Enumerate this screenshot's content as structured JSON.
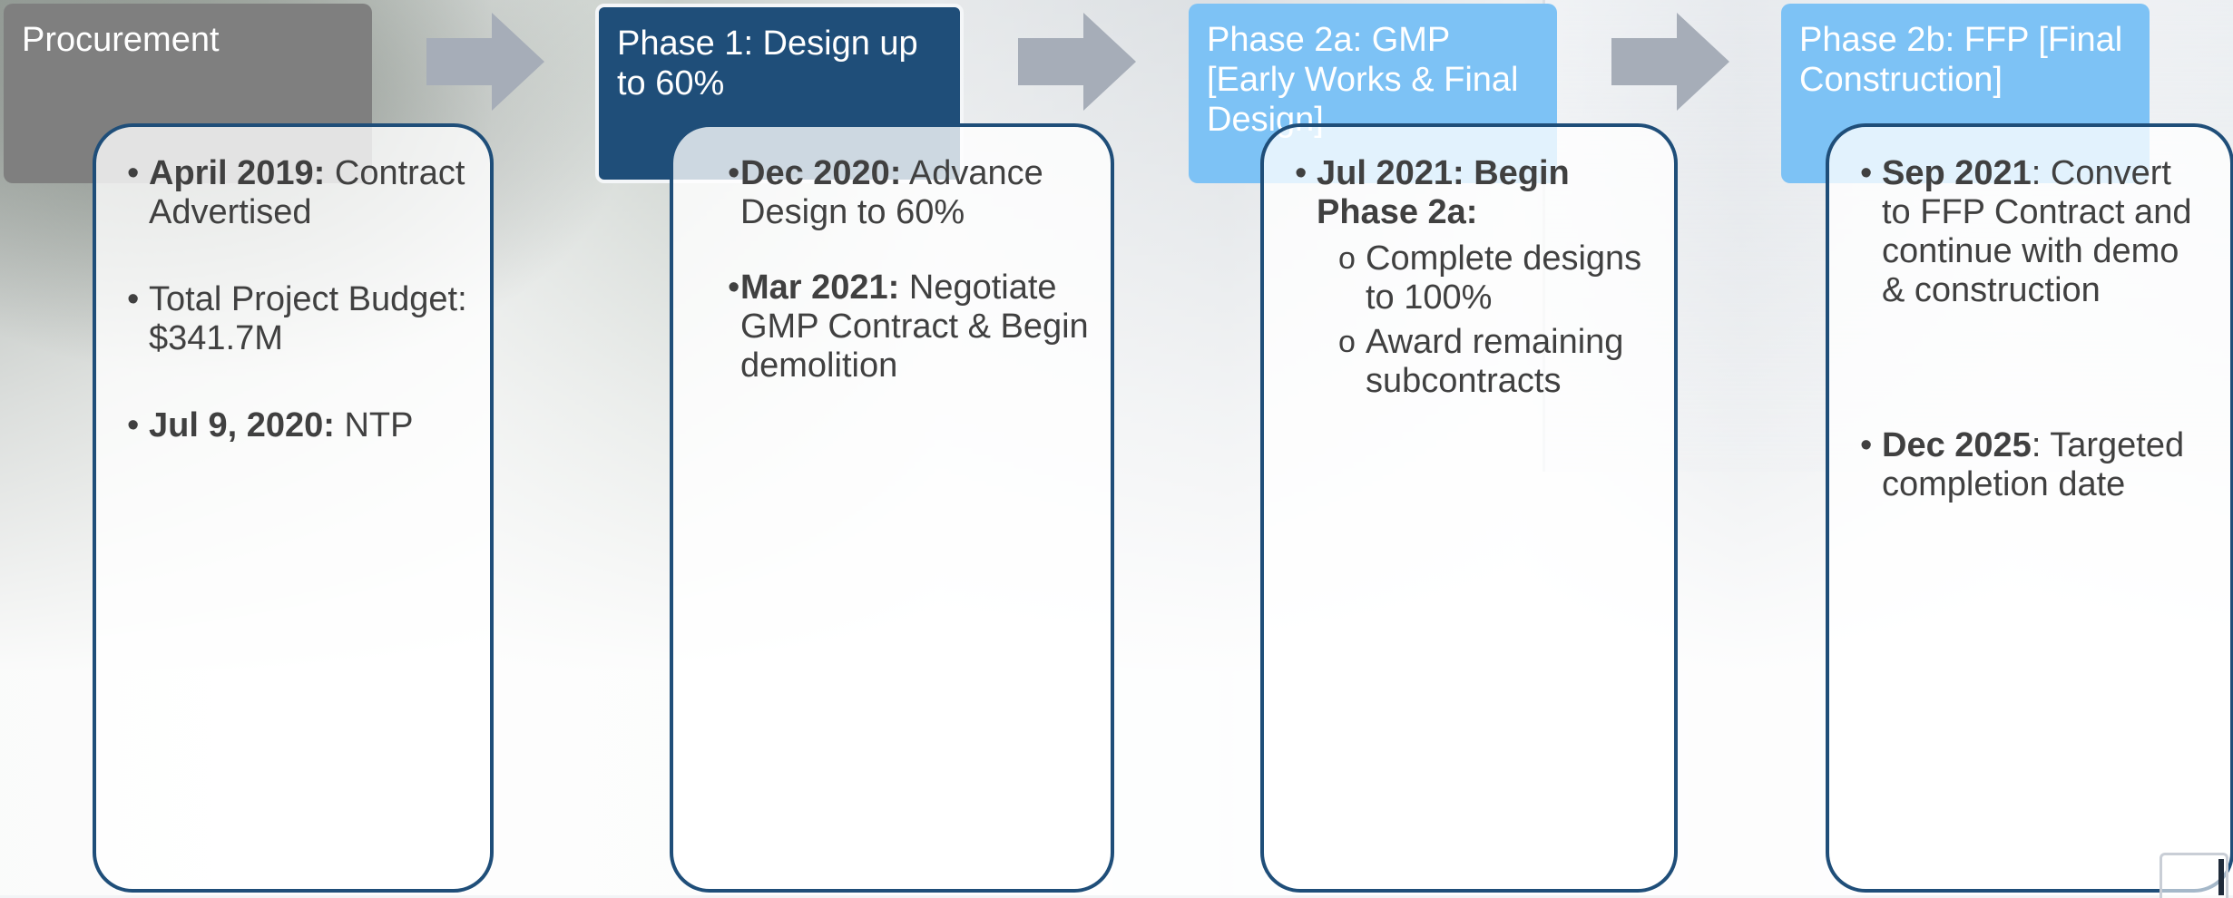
{
  "phases": [
    {
      "title": "Procurement"
    },
    {
      "title": "Phase 1: Design up to 60%"
    },
    {
      "title": "Phase 2a: GMP [Early Works & Final Design]"
    },
    {
      "title": "Phase 2b: FFP [Final Construction]"
    }
  ],
  "cards": {
    "procurement": {
      "item1_bold": "April 2019:",
      "item1_text": " Contract Advertised",
      "item2_text": "Total Project Budget: $341.7M",
      "item3_bold": "Jul 9, 2020:",
      "item3_text": " NTP"
    },
    "phase1": {
      "item1_bold": "Dec 2020:",
      "item1_text": " Advance Design to 60%",
      "item2_bold": "Mar 2021:",
      "item2_text": " Negotiate GMP Contract & Begin demolition"
    },
    "phase2a": {
      "item1_bold": "Jul 2021: Begin Phase 2a:",
      "sub1": "Complete designs to 100%",
      "sub2": "Award remaining subcontracts"
    },
    "phase2b": {
      "item1_bold": "Sep 2021",
      "item1_text": ": Convert to FFP Contract and continue with demo & construction",
      "item2_bold": "Dec 2025",
      "item2_text": ": Targeted completion date"
    }
  },
  "colors": {
    "procurement_header": "#7f7f7f",
    "phase1_header": "#1f4e79",
    "phase2_header": "#7dc2f5",
    "card_border": "#1f4e79",
    "arrow": "#a6adb8"
  }
}
